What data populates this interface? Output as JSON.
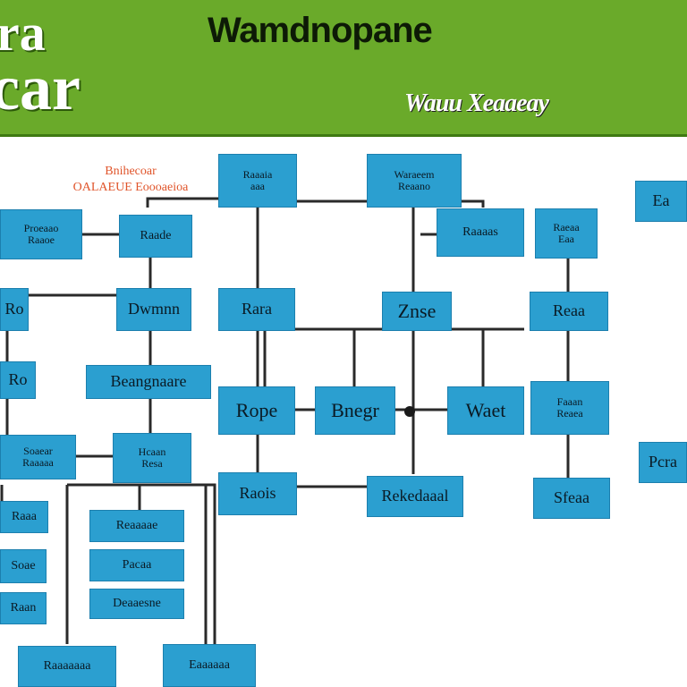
{
  "banner": {
    "logo_line1": "ra",
    "logo_line2": "car",
    "title": "Wamdnopane",
    "subtitle": "Wauu Xeaaeay"
  },
  "annotation": "Bnihecoar\nOALAEUE Eoooaeioa",
  "colors": {
    "banner_green": "#6aaa2a",
    "node_blue": "#2b9fd0",
    "connector": "#2a2a2a",
    "annotation_orange": "#e0542a"
  },
  "nodes": {
    "top_center": "Raaaia\naaa",
    "top_right": "Waraeem\nReaano",
    "far_right_top": "Ea",
    "left_1": "Proeaao\nRaaoe",
    "col2_1": "Raade",
    "col4_1": "Raaaas",
    "col5_1": "Raeaa\nEaa",
    "left_2": "Ro",
    "col2_2": "Dwmnn",
    "col3_2": "Rara",
    "col4_2": "Znse",
    "col5_2": "Reaa",
    "left_3": "Ro",
    "col2_3": "Beangnaare",
    "col3_3": "Rope",
    "col3b_3": "Bnegr",
    "col4_3": "Waet",
    "col5_3": "Faaan\nReaea",
    "far_right_mid": "Pcra",
    "left_4": "Soaear\nRaaaaa",
    "col2_4": "Hcaan\nResa",
    "col3_4": "Raois",
    "col4_4": "Rekedaaal",
    "col5_4": "Sfeaa",
    "left_5": "Raaa",
    "col2_5": "Reaaaae",
    "left_6": "Soae",
    "col2_6": "Pacaa",
    "left_7": "Raan",
    "col2_7": "Deaaesne",
    "bottom_1": "Raaaaaaa",
    "bottom_2": "Eaaaaaa"
  }
}
